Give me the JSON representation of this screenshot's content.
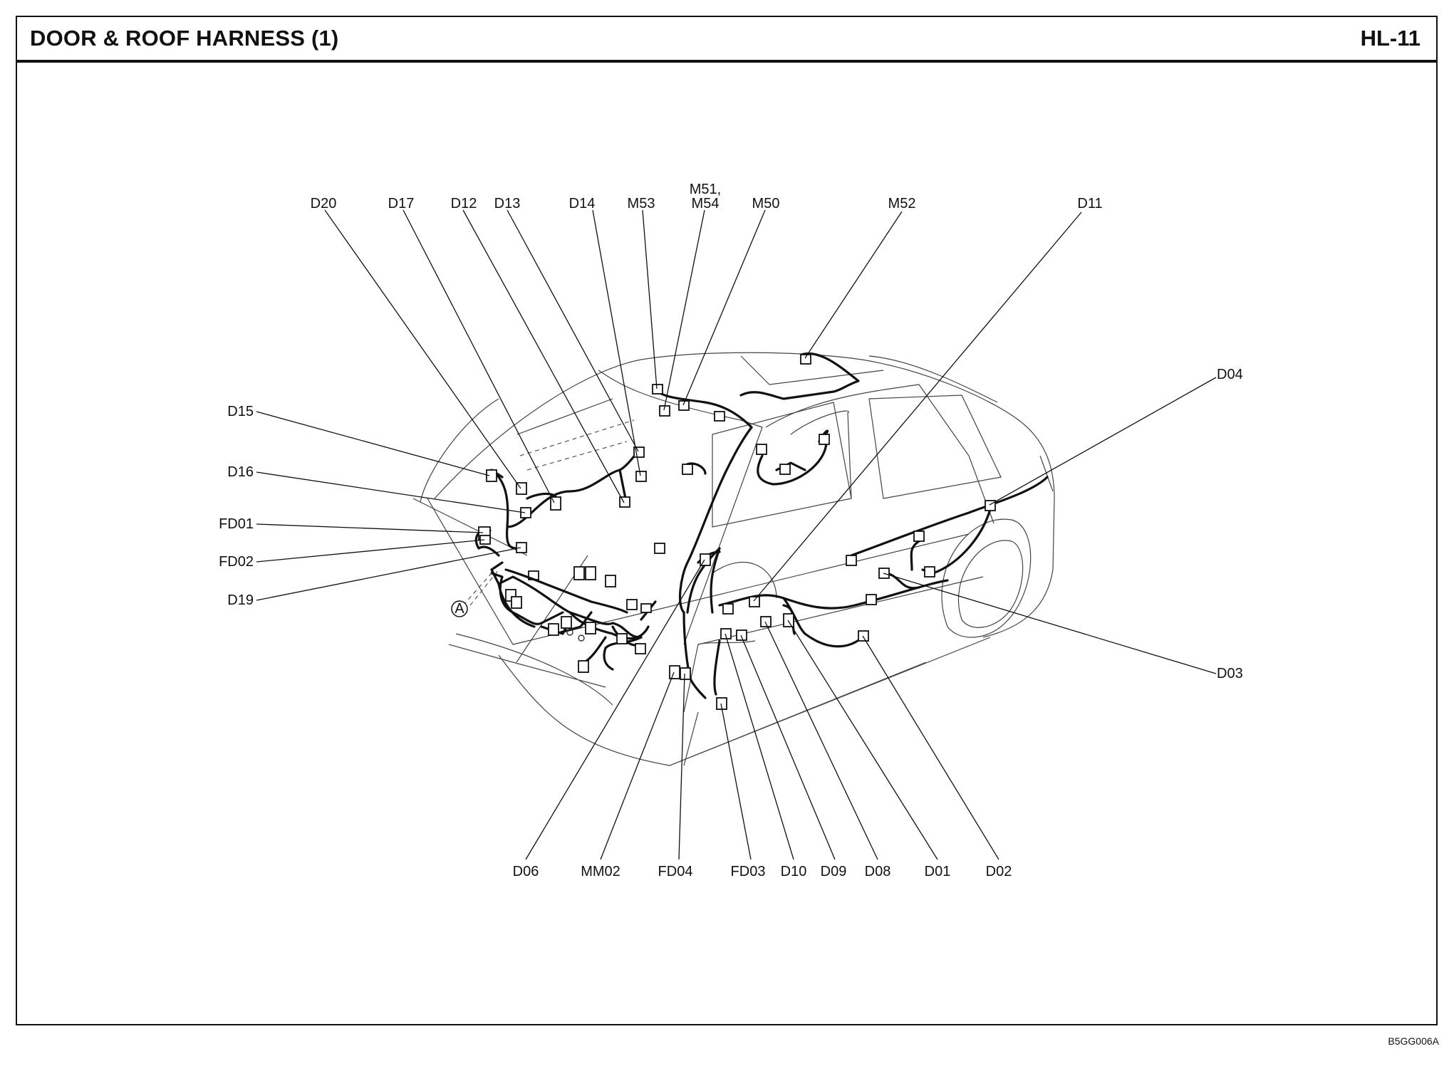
{
  "header": {
    "title": "DOOR & ROOF HARNESS (1)",
    "page_number": "HL-11"
  },
  "figure_code": "B5GG006A",
  "detail_marker": "A",
  "labels": {
    "D20": "D20",
    "D17": "D17",
    "D12": "D12",
    "D13": "D13",
    "D14": "D14",
    "M53": "M53",
    "M51_M54_line1": "M51,",
    "M51_M54_line2": "M54",
    "M50": "M50",
    "M52": "M52",
    "D11": "D11",
    "D04": "D04",
    "D15": "D15",
    "D16": "D16",
    "FD01": "FD01",
    "FD02": "FD02",
    "D19": "D19",
    "D03": "D03",
    "D06": "D06",
    "MM02": "MM02",
    "FD04": "FD04",
    "FD03": "FD03",
    "D10": "D10",
    "D09": "D09",
    "D08": "D08",
    "D01": "D01",
    "D02": "D02"
  }
}
